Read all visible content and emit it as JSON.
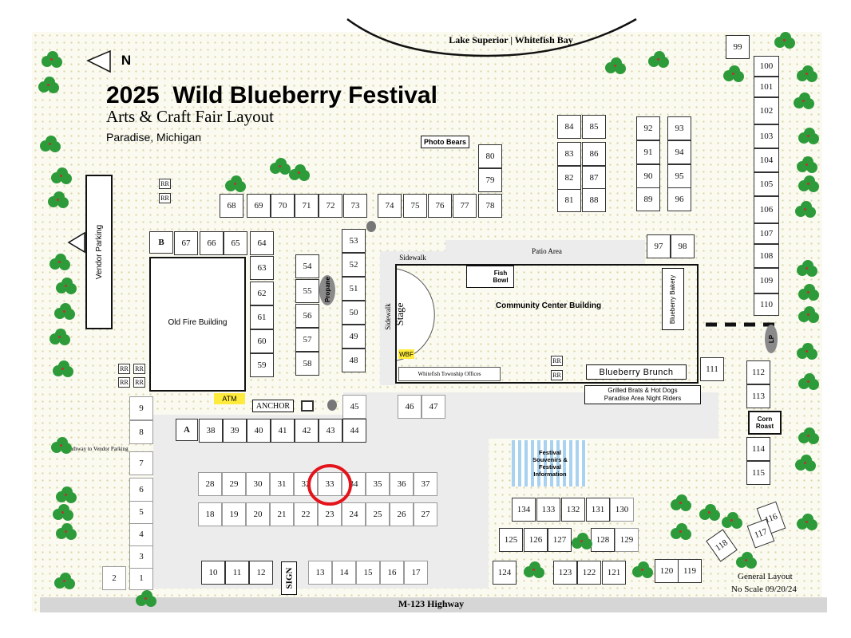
{
  "title": "2025  Wild Blueberry Festival",
  "subtitle": "Arts & Craft Fair Layout",
  "location": "Paradise, Michigan",
  "north": "N",
  "lake": "Lake Superior | Whitefish Bay",
  "highway": "M-123 Highway",
  "note_line1": "General Layout",
  "note_line2": "No Scale 09/20/24",
  "highlight_booth": "33",
  "highlight_color": "#e3141b",
  "labels": {
    "vendor_parking": "Vendor Parking",
    "old_fire": "Old Fire Building",
    "community": "Community Center Building",
    "stage": "Stage",
    "sidewalk_top": "Sidewalk",
    "sidewalk_side": "Sidewalk",
    "patio": "Patio Area",
    "fish_bowl": "Fish Bowl",
    "bakery": "Blueberry Bakery",
    "brunch": "Blueberry Brunch",
    "township": "Whitefish Township Offices",
    "wbf": "WBF",
    "photo_bears": "Photo Bears",
    "propane": "Propane",
    "atm": "ATM",
    "anchor": "ANCHOR",
    "b": "B",
    "a": "A",
    "sign": "SIGN",
    "pathway": "Pathway to Vendor Parking",
    "grilled1": "Grilled Brats & Hot Dogs",
    "grilled2": "Paradise Area Night Riders",
    "corn_roast": "Corn Roast",
    "souvenirs": "Festival Souvenirs & Festival Information",
    "lp": "LP",
    "rr": "RR"
  },
  "booths": [
    "1",
    "2",
    "3",
    "4",
    "5",
    "6",
    "7",
    "8",
    "9",
    "10",
    "11",
    "12",
    "13",
    "14",
    "15",
    "16",
    "17",
    "18",
    "19",
    "20",
    "21",
    "22",
    "23",
    "24",
    "25",
    "26",
    "27",
    "28",
    "29",
    "30",
    "31",
    "32",
    "33",
    "34",
    "35",
    "36",
    "37",
    "38",
    "39",
    "40",
    "41",
    "42",
    "43",
    "44",
    "45",
    "46",
    "47",
    "48",
    "49",
    "50",
    "51",
    "52",
    "53",
    "54",
    "55",
    "56",
    "57",
    "58",
    "59",
    "60",
    "61",
    "62",
    "63",
    "64",
    "65",
    "66",
    "67",
    "68",
    "69",
    "70",
    "71",
    "72",
    "73",
    "74",
    "75",
    "76",
    "77",
    "78",
    "79",
    "80",
    "81",
    "82",
    "83",
    "84",
    "85",
    "86",
    "87",
    "88",
    "89",
    "90",
    "91",
    "92",
    "93",
    "94",
    "95",
    "96",
    "97",
    "98",
    "99",
    "100",
    "101",
    "102",
    "103",
    "104",
    "105",
    "106",
    "107",
    "108",
    "109",
    "110",
    "111",
    "112",
    "113",
    "114",
    "115",
    "116",
    "117",
    "118",
    "119",
    "120",
    "121",
    "122",
    "123",
    "124",
    "125",
    "126",
    "127",
    "128",
    "129",
    "130",
    "131",
    "132",
    "133",
    "134"
  ],
  "colors": {
    "tree": "#2e9b3a",
    "atm": "#ffeb3b",
    "souvenir_stripe": "#a8d2ef",
    "grounds": "#fbfaf0"
  }
}
